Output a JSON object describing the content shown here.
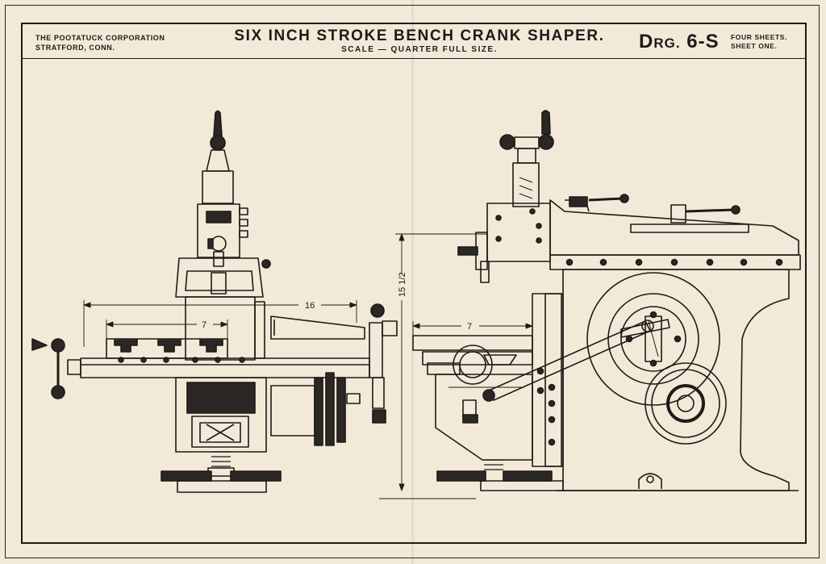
{
  "header": {
    "corp_line1": "THE POOTATUCK CORPORATION",
    "corp_line2": "STRATFORD,  CONN.",
    "title": "SIX INCH STROKE BENCH CRANK SHAPER.",
    "scale": "SCALE — QUARTER FULL SIZE.",
    "drg_prefix": "D",
    "drg_small": "RG.",
    "drg_number": " 6-S",
    "sheets_line1": "FOUR SHEETS.",
    "sheets_line2": "SHEET ONE."
  },
  "dimensions": {
    "front_width": "16",
    "front_table": "7",
    "side_table": "7",
    "side_height": "15 1/2"
  },
  "colors": {
    "paper": "#f2e9d8",
    "ink": "#1e1a17",
    "dark_fill": "#2b2724"
  }
}
